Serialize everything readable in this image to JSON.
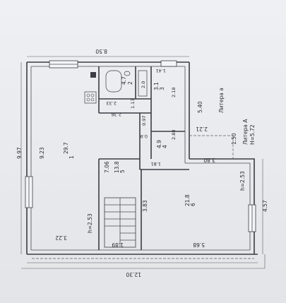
{
  "plan": {
    "dims": {
      "top_width": "8.50",
      "bottom_width": "12.30",
      "left_height": "9.97",
      "left_inner": "9.23",
      "bottom_left": "3.22",
      "bottom_mid": "1.89",
      "bottom_right": "5.68",
      "right_outer": "4.57",
      "room6_left": "3.83",
      "stair_height": "7.06",
      "kitchen_upper": "2.33",
      "corridor_w": "2.36",
      "small_v": "1.13",
      "small_v2": "0.97",
      "bath_top": "1.41",
      "room3_h": "2.18",
      "corridor_h": "2.88",
      "corridor_w2": "1.81",
      "annex_v": "5.40",
      "annex_w": "2.21",
      "annex_h": "1.50",
      "annex_bottom": "3.80",
      "small_b": "0.9"
    },
    "rooms": [
      {
        "num": "1",
        "area": "29.7"
      },
      {
        "num": "2",
        "area": "4.7"
      },
      {
        "num": "3",
        "area": "3.1"
      },
      {
        "num": "4",
        "area": "4.9"
      },
      {
        "num": "5",
        "area": "13.8"
      },
      {
        "num": "6",
        "area": "21.8"
      }
    ],
    "misc": {
      "wc_area": "2.0",
      "heights_left": "h=2.53",
      "heights_right": "h=2.53",
      "liter_a": "Литера а",
      "liter_A": "Литера А",
      "H": "H=5.72"
    }
  }
}
